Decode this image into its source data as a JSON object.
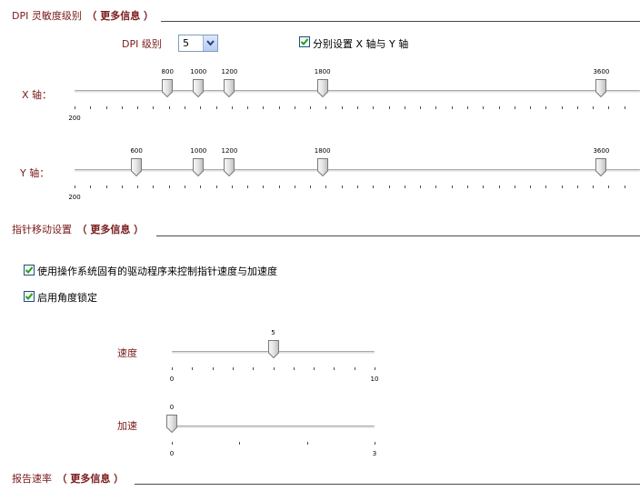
{
  "dpi_section": {
    "title": "DPI 灵敏度级别",
    "more_info": "（ 更多信息 ）",
    "level_label": "DPI 级别",
    "level_value": "5",
    "separate_xy_label": "分别设置 X 轴与 Y 轴",
    "separate_xy_checked": true,
    "x_axis": {
      "label": "X 轴：",
      "min_label": "200",
      "stops": [
        800,
        1000,
        1200,
        1800,
        3600
      ],
      "stop_labels": [
        "800",
        "1000",
        "1200",
        "1800",
        "3600"
      ]
    },
    "y_axis": {
      "label": "Y 轴：",
      "min_label": "200",
      "stops": [
        600,
        1000,
        1200,
        1800,
        3600
      ],
      "stop_labels": [
        "600",
        "1000",
        "1200",
        "1800",
        "3600"
      ]
    }
  },
  "pointer_section": {
    "title": "指针移动设置",
    "more_info": "（ 更多信息 ）",
    "os_driver_label": "使用操作系统固有的驱动程序来控制指针速度与加速度",
    "os_driver_checked": true,
    "angle_snap_label": "启用角度锁定",
    "angle_snap_checked": true,
    "speed": {
      "label": "速度",
      "value": 5,
      "value_label": "5",
      "min_label": "0",
      "max_label": "10"
    },
    "acceleration": {
      "label": "加速",
      "value": 0,
      "value_label": "0",
      "min_label": "0",
      "max_label": "3"
    }
  },
  "report_section": {
    "title": "报告速率",
    "more_info": "（ 更多信息 ）"
  }
}
